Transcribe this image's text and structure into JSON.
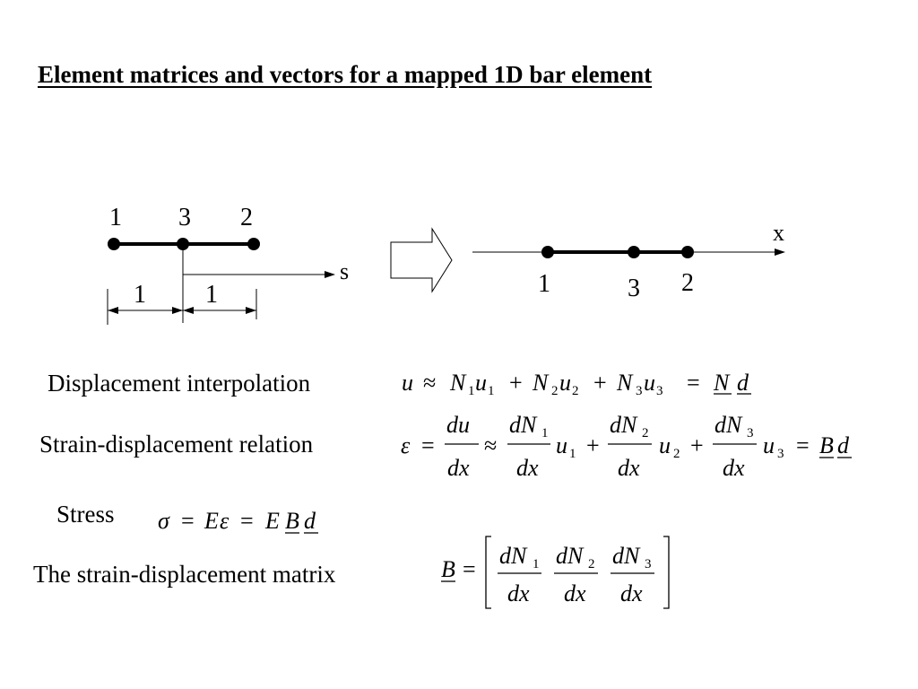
{
  "title": "Element matrices and vectors for a mapped 1D bar element",
  "parent_element": {
    "node_labels": [
      "1",
      "3",
      "2"
    ],
    "axis_label": "s",
    "dim_labels": [
      "1",
      "1"
    ]
  },
  "physical_element": {
    "node_labels": [
      "1",
      "3",
      "2"
    ],
    "axis_label": "x"
  },
  "rows": [
    {
      "label": "Displacement interpolation"
    },
    {
      "label": "Strain-displacement relation"
    },
    {
      "label": "Stress"
    },
    {
      "label": "The strain-displacement matrix"
    }
  ],
  "symbols": {
    "u": "u",
    "N": "N",
    "d": "d",
    "B": "B",
    "E": "E",
    "eps": "ε",
    "sigma": "σ",
    "du": "du",
    "dx": "dx",
    "dN": "dN",
    "i1": "1",
    "i2": "2",
    "i3": "3",
    "approx": "≈",
    "eq": "=",
    "plus": "+"
  }
}
